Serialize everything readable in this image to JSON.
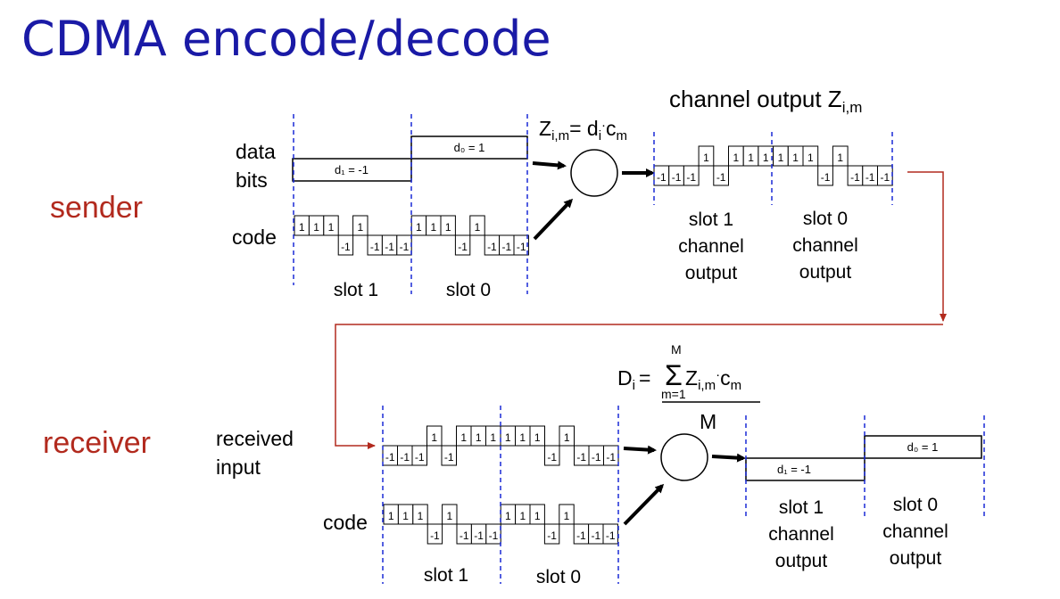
{
  "title": "CDMA encode/decode",
  "sender": {
    "label": "sender",
    "data_label_line1": "data",
    "data_label_line2": "bits",
    "code_label": "code",
    "d1_label": "d₁ = -1",
    "d0_label": "d₀ = 1",
    "slot1_label": "slot 1",
    "slot0_label": "slot 0",
    "formula": {
      "z": "Z",
      "z_sub": "i,m",
      "eq": "= d",
      "d_sub": "i",
      "dot": "·",
      "c": "c",
      "c_sub": "m"
    },
    "channel_output_title": "channel output Z",
    "channel_output_sub": "i,m",
    "out_slot1_lines": [
      "slot 1",
      "channel",
      "output"
    ],
    "out_slot0_lines": [
      "slot 0",
      "channel",
      "output"
    ]
  },
  "receiver": {
    "label": "receiver",
    "input_label_line1": "received",
    "input_label_line2": "input",
    "code_label": "code",
    "slot1_label": "slot 1",
    "slot0_label": "slot 0",
    "formula": {
      "d": "D",
      "d_sub": "i",
      "eq": "=",
      "sum": "Σ",
      "sum_top": "M",
      "sum_bottom": "m=1",
      "z": "Z",
      "z_sub": "i,m",
      "dot": "·",
      "c": "c",
      "c_sub": "m",
      "denominator": "M"
    },
    "d1_label": "d₁ = -1",
    "d0_label": "d₀ = 1",
    "out_slot1_lines": [
      "slot 1",
      "channel",
      "output"
    ],
    "out_slot0_lines": [
      "slot 0",
      "channel",
      "output"
    ]
  },
  "code": [
    1,
    1,
    1,
    -1,
    1,
    -1,
    -1,
    -1
  ],
  "channel_output": [
    -1,
    -1,
    -1,
    1,
    -1,
    1,
    1,
    1,
    1,
    1,
    1,
    -1,
    1,
    -1,
    -1,
    -1
  ],
  "chip_high_label": "1",
  "chip_low_label": "-1",
  "colors": {
    "title": "#1a1aa6",
    "side_label": "#b22a1e",
    "guide": "#1a2ad6",
    "connector": "#b22a1e",
    "ink": "#000000"
  }
}
